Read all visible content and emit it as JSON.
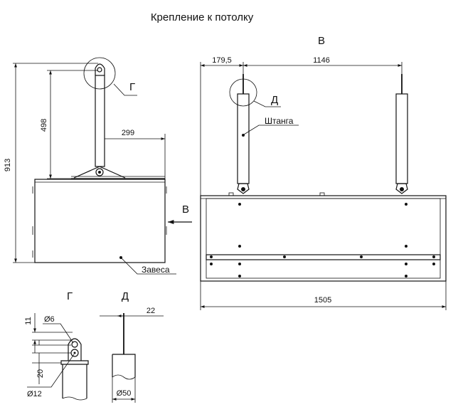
{
  "title": "Крепление к потолку",
  "view_labels": {
    "view_b": "В",
    "detail_g": "Г",
    "detail_d": "Д"
  },
  "callouts": {
    "curtain": "Завеса",
    "rod": "Штанга"
  },
  "dimensions": {
    "total_height": "913",
    "rod_height": "498",
    "rod_offset": "299",
    "left_offset": "179,5",
    "rod_spacing": "1146",
    "total_width": "1505",
    "detail_g_top": "11",
    "detail_g_hole": "Ø6",
    "detail_g_lower": "20",
    "detail_g_pipe": "Ø12",
    "detail_d_thread": "22",
    "detail_d_pipe": "Ø50"
  }
}
